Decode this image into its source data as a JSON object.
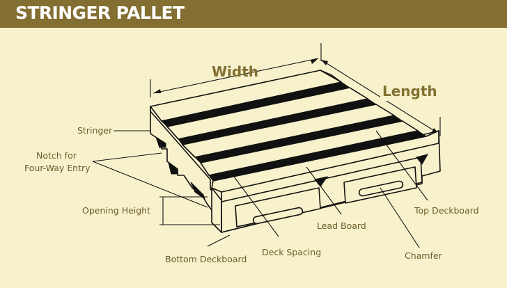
{
  "header": {
    "title": "STRINGER PALLET"
  },
  "dimensions": {
    "width": "Width",
    "length": "Length"
  },
  "labels": {
    "stringer": "Stringer",
    "notch_line1": "Notch for",
    "notch_line2": "Four-Way Entry",
    "opening_height": "Opening Height",
    "bottom_deckboard": "Bottom Deckboard",
    "deck_spacing": "Deck Spacing",
    "lead_board": "Lead Board",
    "chamfer": "Chamfer",
    "top_deckboard": "Top Deckboard"
  },
  "colors": {
    "header_bg": "#836f32",
    "background": "#f7f2cc",
    "accent_text": "#836f32",
    "label_text": "#6d5a2a"
  }
}
